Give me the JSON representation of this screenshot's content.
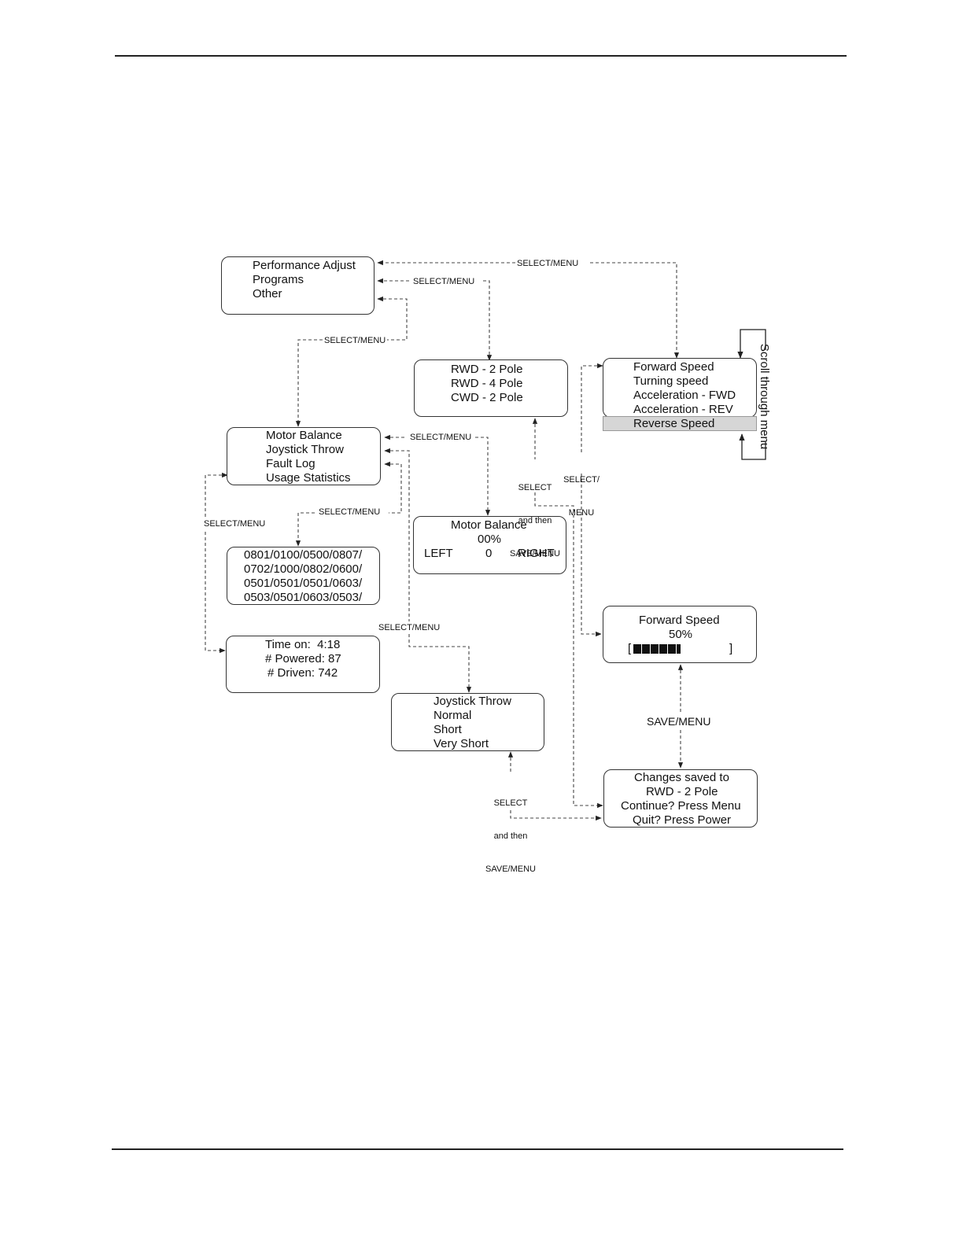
{
  "menus": {
    "main": {
      "items": [
        "Performance Adjust",
        "Programs",
        "Other"
      ]
    },
    "programs": {
      "items": [
        "RWD - 2 Pole",
        "RWD - 4 Pole",
        "CWD - 2 Pole"
      ]
    },
    "performance": {
      "items": [
        "Forward Speed",
        "Turning speed",
        "Acceleration - FWD",
        "Acceleration - REV",
        "Reverse Speed"
      ]
    },
    "other": {
      "items": [
        "Motor Balance",
        "Joystick Throw",
        "Fault Log",
        "Usage Statistics"
      ]
    },
    "fault_log": {
      "lines": [
        "0801/0100/0500/0807/",
        "0702/1000/0802/0600/",
        "0501/0501/0501/0603/",
        "0503/0501/0603/0503/"
      ]
    },
    "usage": {
      "lines": [
        "Time on:  4:18",
        "# Powered: 87",
        "# Driven: 742"
      ]
    },
    "motor_balance": {
      "title": "Motor Balance",
      "value": "00%",
      "left": "LEFT",
      "center": "0",
      "right": "RIGHT"
    },
    "joystick": {
      "title": "Joystick Throw",
      "items": [
        "Normal",
        "Short",
        "Very Short"
      ]
    },
    "forward_speed": {
      "title": "Forward Speed",
      "value": "50%",
      "bracket_open": "[",
      "bracket_close": "]",
      "level": 0.5
    },
    "saved": {
      "lines": [
        "Changes saved to",
        "RWD - 2 Pole",
        "Continue? Press Menu",
        "Quit? Press Power"
      ]
    }
  },
  "labels": {
    "select_menu": "SELECT/MENU",
    "select_then_save": [
      "SELECT",
      "and then",
      "SAVE/MENU"
    ],
    "select_slash_menu": [
      "SELECT/",
      "MENU"
    ],
    "save_menu": "SAVE/MENU",
    "scroll": "Scroll through menu"
  },
  "colors": {
    "highlight": "#d6d6d6",
    "line": "#333333"
  }
}
